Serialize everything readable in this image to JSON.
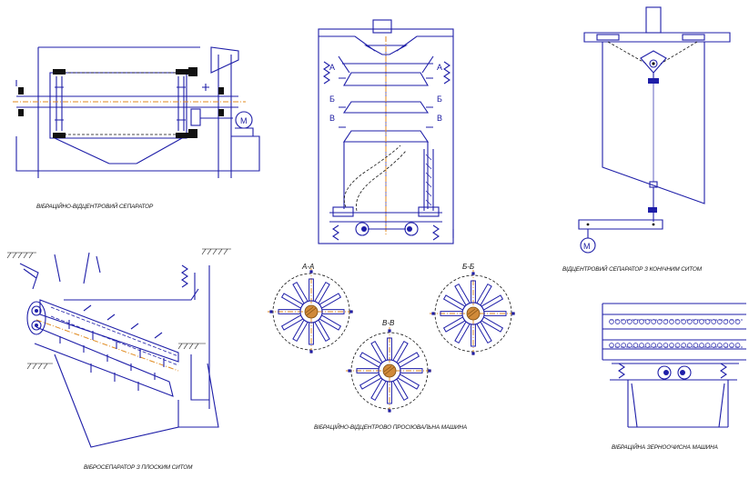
{
  "captions": {
    "vibro_centrifugal_separator": "ВІБРАЦІЙНО-ВІДЦЕНТРОВИЙ СЕПАРАТОР",
    "flat_sieve_separator": "ВІБРОСЕПАРАТОР З ПЛОСКИМ СИТОМ",
    "vibro_centrifugal_peeling_machine": "ВІБРАЦІЙНО-ВІДЦЕНТРОВО ПРОСІЮВАЛЬНА МАШИНА",
    "conical_sieve_separator": "ВІДЦЕНТРОВИЙ СЕПАРАТОР З КОНІЧНИМ СИТОМ",
    "vibro_grain_cleaning_machine": "ВІБРАЦІЙНА ЗЕРНООЧИСНА МАШИНА"
  },
  "sections": {
    "a_a": "А-А",
    "b_b": "Б-Б",
    "v_v": "В-В",
    "a": "А",
    "b": "Б",
    "v": "В"
  },
  "motor_label": "М"
}
